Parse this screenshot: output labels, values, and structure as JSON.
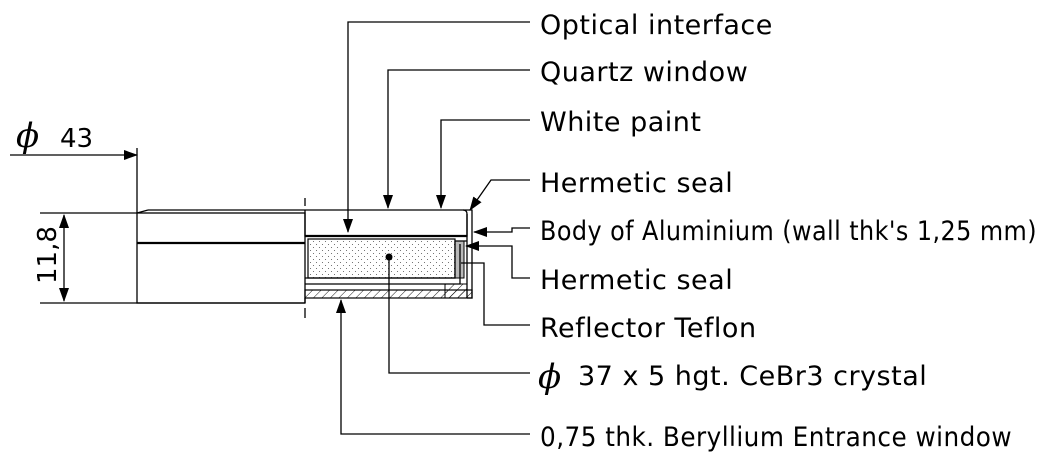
{
  "diameter_symbol": "ϕ",
  "dimensions": {
    "outer_diameter": "43",
    "height": "11,8"
  },
  "callouts": {
    "optical_interface": "Optical interface",
    "quartz_window": "Quartz window",
    "white_paint": "White paint",
    "hermetic_seal_top": "Hermetic seal",
    "body": "Body of Aluminium (wall thk's 1,25 mm)",
    "hermetic_seal_side": "Hermetic seal",
    "reflector": "Reflector Teflon",
    "crystal": "37 x 5 hgt. CeBr3 crystal",
    "entrance_window": "0,75 thk. Beryllium Entrance window"
  },
  "colors": {
    "line": "#000000",
    "background": "#ffffff",
    "seal_fill": "#b8b8b8"
  }
}
